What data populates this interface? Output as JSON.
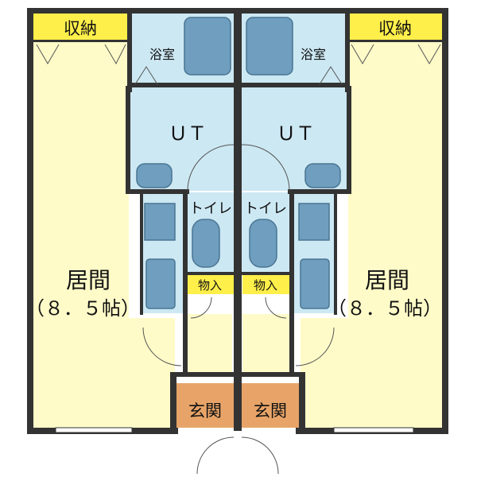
{
  "colors": {
    "living": "#fffbc8",
    "bath": "#cce8f3",
    "storage": "#ffef4a",
    "entry": "#e8a468",
    "wall": "#333333",
    "fixture": "#6f9ebf"
  },
  "rooms": {
    "storage_left": "収納",
    "storage_right": "収納",
    "bath_left": "浴室",
    "bath_right": "浴室",
    "ut_left": "ＵＴ",
    "ut_right": "ＵＴ",
    "toilet_left": "トイレ",
    "toilet_right": "トイレ",
    "closet_left": "物入",
    "closet_right": "物入",
    "living_left": "居間",
    "living_right": "居間",
    "living_left_size": "（８．５帖）",
    "living_right_size": "（８．５帖）",
    "entry_left": "玄関",
    "entry_right": "玄関"
  }
}
